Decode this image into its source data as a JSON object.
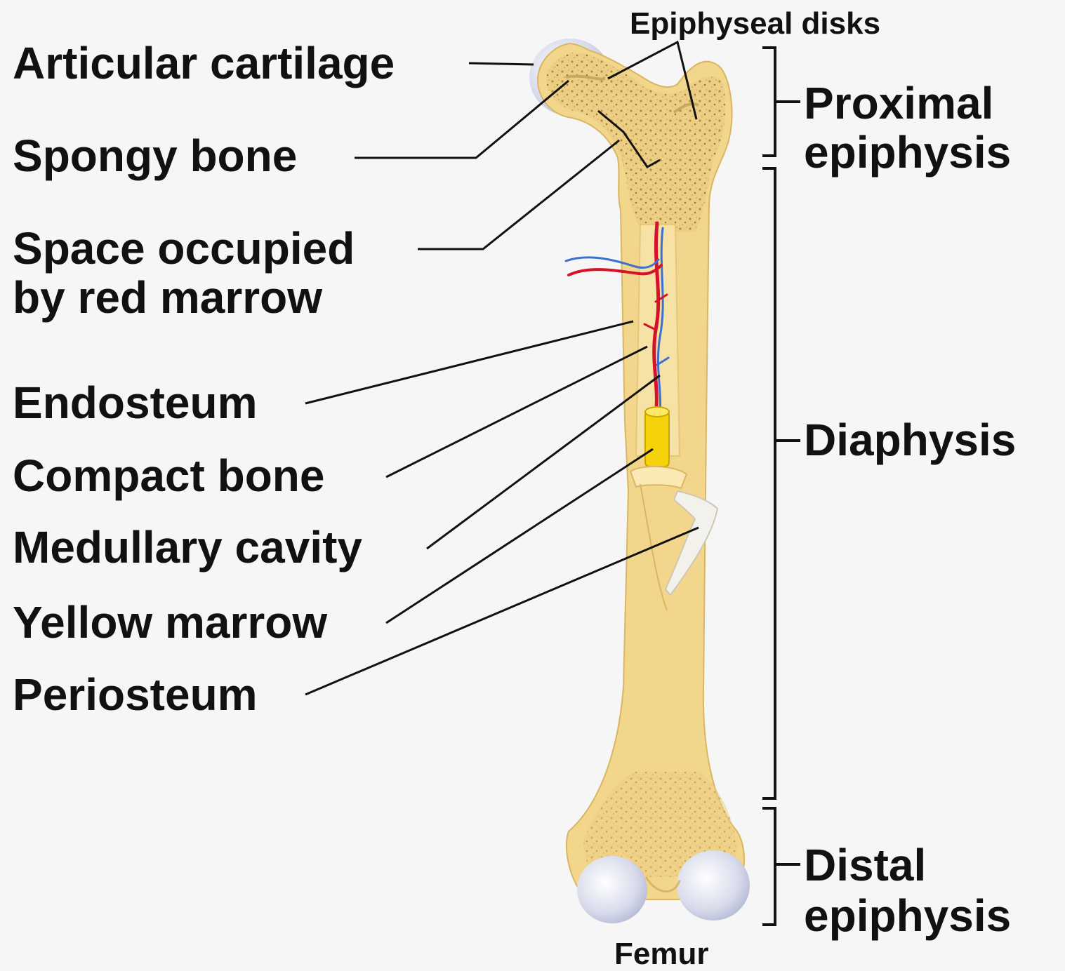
{
  "left_labels": {
    "articular_cartilage": "Articular cartilage",
    "spongy_bone": "Spongy bone",
    "red_marrow_line1": "Space occupied",
    "red_marrow_line2": "by red marrow",
    "endosteum": "Endosteum",
    "compact_bone": "Compact bone",
    "medullary_cavity": "Medullary cavity",
    "yellow_marrow": "Yellow marrow",
    "periosteum": "Periosteum"
  },
  "top_label": "Epiphyseal disks",
  "regions": {
    "proximal_line1": "Proximal",
    "proximal_line2": "epiphysis",
    "diaphysis": "Diaphysis",
    "distal_line1": "Distal",
    "distal_line2": "epiphysis"
  },
  "bone_name": "Femur",
  "colors": {
    "bone": "#f3d98e",
    "cartilage": "#d5d8ea",
    "yellow_marrow": "#f5d20a",
    "artery": "#d8102a",
    "vein": "#3b6fd2"
  }
}
